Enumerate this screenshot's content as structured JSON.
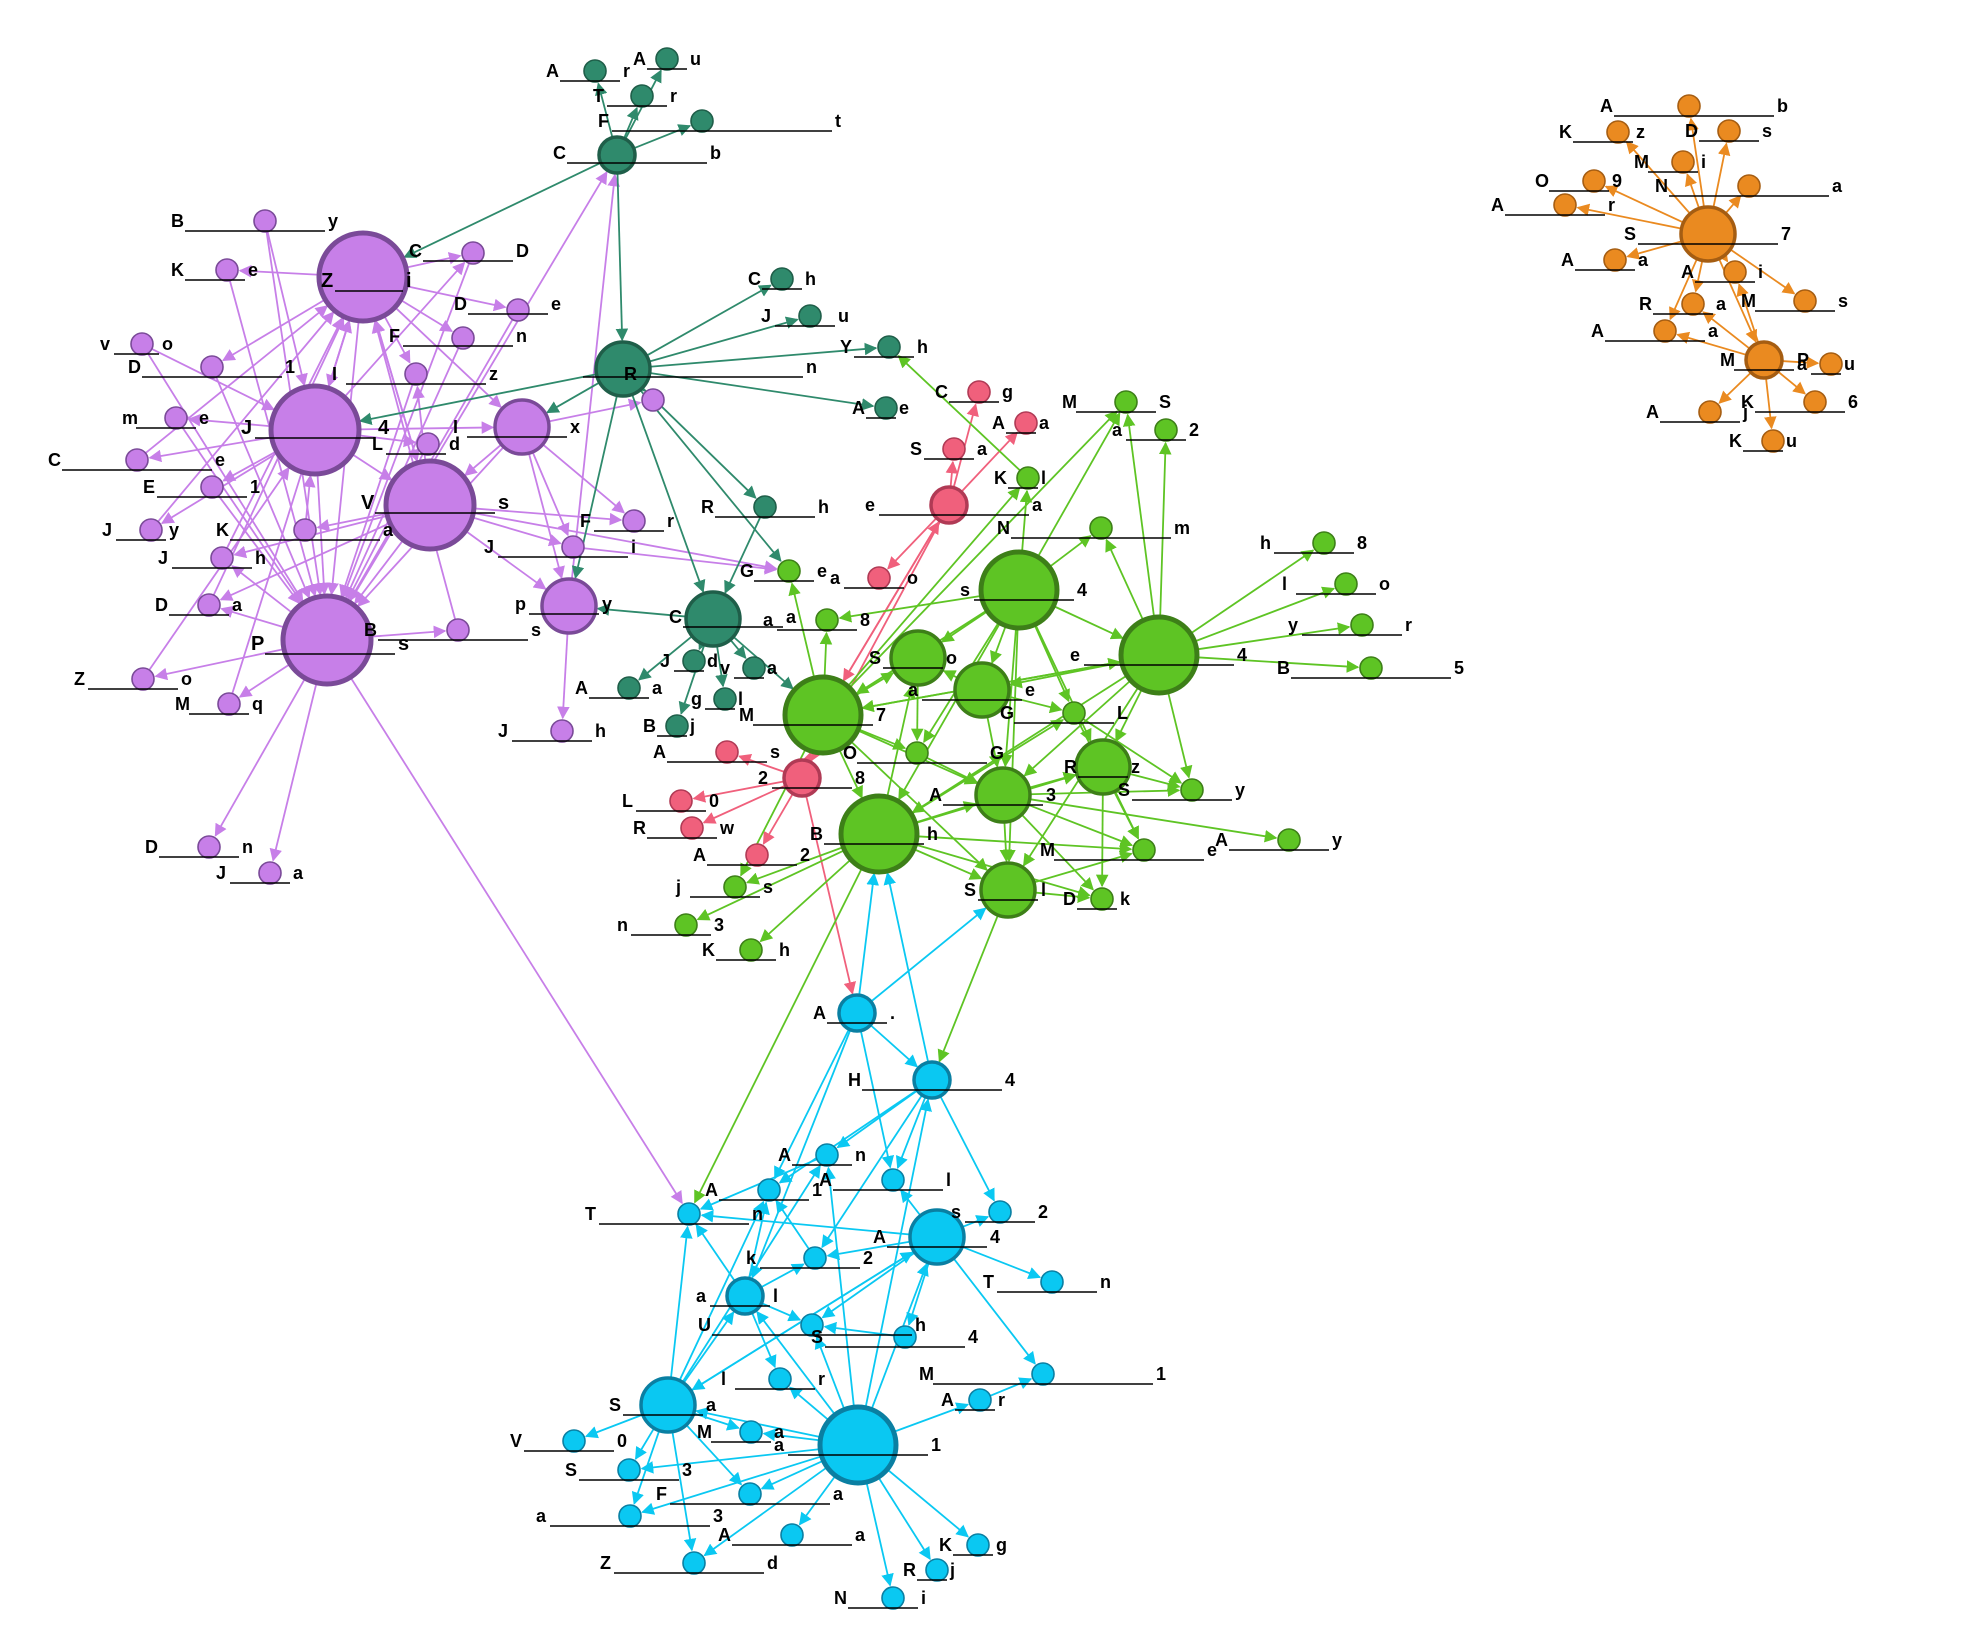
{
  "colors": {
    "purple": "#c77fe8",
    "purple_dark": "#7a4a98",
    "teal": "#2f8a6c",
    "teal_dark": "#1f5e49",
    "pink": "#f0607c",
    "pink_dark": "#b03a55",
    "green": "#5ec424",
    "green_dark": "#3d7f18",
    "cyan": "#0ac8f2",
    "cyan_dark": "#0a7fa2",
    "orange": "#ea8a20",
    "orange_dark": "#a55d12"
  },
  "clusters": [
    {
      "name": "purple-cluster",
      "color": "purple",
      "nodes": [
        {
          "id": "p_zi",
          "a": "Z",
          "b": "i",
          "size": "hub",
          "inside": true
        },
        {
          "id": "p_j4",
          "a": "J",
          "b": "4",
          "size": "hub"
        },
        {
          "id": "p_vs",
          "a": "V",
          "b": "s",
          "size": "hub"
        },
        {
          "id": "p_ps",
          "a": "P",
          "b": "s",
          "size": "hub"
        },
        {
          "id": "p_ix",
          "a": "I",
          "b": "x",
          "size": "mid"
        },
        {
          "id": "p_py",
          "a": "p",
          "b": "y",
          "size": "mid"
        },
        {
          "id": "p_by",
          "a": "B",
          "b": "y"
        },
        {
          "id": "p_ke",
          "a": "K",
          "b": "e"
        },
        {
          "id": "p_cd",
          "a": "C",
          "b": "D"
        },
        {
          "id": "p_de",
          "a": "D",
          "b": "e"
        },
        {
          "id": "p_vo",
          "a": "v",
          "b": "o"
        },
        {
          "id": "p_fn",
          "a": "F",
          "b": "n"
        },
        {
          "id": "p_d1",
          "a": "D",
          "b": "1"
        },
        {
          "id": "p_iz",
          "a": "I",
          "b": "z"
        },
        {
          "id": "p_me",
          "a": "m",
          "b": "e"
        },
        {
          "id": "p_ld",
          "a": "L",
          "b": "d"
        },
        {
          "id": "p_ce",
          "a": "C",
          "b": "e"
        },
        {
          "id": "p_e1",
          "a": "E",
          "b": "1"
        },
        {
          "id": "p_jy",
          "a": "J",
          "b": "y"
        },
        {
          "id": "p_ka",
          "a": "K",
          "b": "a"
        },
        {
          "id": "p_jh",
          "a": "J",
          "b": "h"
        },
        {
          "id": "p_fr",
          "a": "F",
          "b": "r"
        },
        {
          "id": "p_ji",
          "a": "J",
          "b": "i"
        },
        {
          "id": "p_da",
          "a": "D",
          "b": "a"
        },
        {
          "id": "p_bs",
          "a": "B",
          "b": "s"
        },
        {
          "id": "p_zo",
          "a": "Z",
          "b": "o"
        },
        {
          "id": "p_mq",
          "a": "M",
          "b": "q"
        },
        {
          "id": "p_jh2",
          "a": "J",
          "b": "h"
        },
        {
          "id": "p_dn",
          "a": "D",
          "b": "n"
        },
        {
          "id": "p_ja",
          "a": "J",
          "b": "a"
        },
        {
          "id": "p_r",
          "a": "R",
          "b": ""
        }
      ]
    },
    {
      "name": "teal-cluster",
      "color": "teal",
      "nodes": [
        {
          "id": "t_n",
          "a": "",
          "b": "n",
          "size": "mid"
        },
        {
          "id": "t_cb",
          "a": "C",
          "b": "b",
          "size": "small"
        },
        {
          "id": "t_ca",
          "a": "C",
          "b": "a",
          "size": "mid"
        },
        {
          "id": "t_ar",
          "a": "A",
          "b": "r"
        },
        {
          "id": "t_au",
          "a": "A",
          "b": "u"
        },
        {
          "id": "t_tr",
          "a": "T",
          "b": "r"
        },
        {
          "id": "t_ft",
          "a": "F",
          "b": "t"
        },
        {
          "id": "t_ch",
          "a": "C",
          "b": "h"
        },
        {
          "id": "t_ju",
          "a": "J",
          "b": "u"
        },
        {
          "id": "t_yh",
          "a": "Y",
          "b": "h"
        },
        {
          "id": "t_ae",
          "a": "A",
          "b": "e"
        },
        {
          "id": "t_rh",
          "a": "R",
          "b": "h"
        },
        {
          "id": "t_jd",
          "a": "J",
          "b": "d"
        },
        {
          "id": "t_va",
          "a": "v",
          "b": "a"
        },
        {
          "id": "t_aa",
          "a": "A",
          "b": "a"
        },
        {
          "id": "t_gl",
          "a": "g",
          "b": "l"
        },
        {
          "id": "t_bj",
          "a": "B",
          "b": "j"
        }
      ]
    },
    {
      "name": "pink-cluster",
      "color": "pink",
      "nodes": [
        {
          "id": "k_ea",
          "a": "e",
          "b": "a",
          "size": "small"
        },
        {
          "id": "k_28",
          "a": "2",
          "b": "8",
          "size": "small"
        },
        {
          "id": "k_cg",
          "a": "C",
          "b": "g"
        },
        {
          "id": "k_aa",
          "a": "A",
          "b": "a"
        },
        {
          "id": "k_sa",
          "a": "S",
          "b": "a"
        },
        {
          "id": "k_ao",
          "a": "a",
          "b": "o"
        },
        {
          "id": "k_as",
          "a": "A",
          "b": "s"
        },
        {
          "id": "k_l0",
          "a": "L",
          "b": "0"
        },
        {
          "id": "k_rw",
          "a": "R",
          "b": "w"
        },
        {
          "id": "k_a2",
          "a": "A",
          "b": "2"
        }
      ]
    },
    {
      "name": "green-cluster",
      "color": "green",
      "nodes": [
        {
          "id": "g_s4",
          "a": "s",
          "b": "4",
          "size": "big"
        },
        {
          "id": "g_e4",
          "a": "e",
          "b": "4",
          "size": "big"
        },
        {
          "id": "g_m7",
          "a": "M",
          "b": "7",
          "size": "big"
        },
        {
          "id": "g_bh",
          "a": "B",
          "b": "h",
          "size": "big"
        },
        {
          "id": "g_so",
          "a": "S",
          "b": "o",
          "size": "mid"
        },
        {
          "id": "g_ae",
          "a": "a",
          "b": "e",
          "size": "mid"
        },
        {
          "id": "g_a3",
          "a": "A",
          "b": "3",
          "size": "mid"
        },
        {
          "id": "g_rz",
          "a": "R",
          "b": "z",
          "size": "mid"
        },
        {
          "id": "g_sl",
          "a": "S",
          "b": "l",
          "size": "mid"
        },
        {
          "id": "g_ms",
          "a": "M",
          "b": "S"
        },
        {
          "id": "g_a2",
          "a": "a",
          "b": "2"
        },
        {
          "id": "g_kl",
          "a": "K",
          "b": "l"
        },
        {
          "id": "g_nm",
          "a": "N",
          "b": "m"
        },
        {
          "id": "g_h8",
          "a": "h",
          "b": "8"
        },
        {
          "id": "g_lo",
          "a": "l",
          "b": "o"
        },
        {
          "id": "g_yr",
          "a": "y",
          "b": "r"
        },
        {
          "id": "g_b5",
          "a": "B",
          "b": "5"
        },
        {
          "id": "g_ge",
          "a": "G",
          "b": "e"
        },
        {
          "id": "g_a8",
          "a": "a",
          "b": "8"
        },
        {
          "id": "g_gl",
          "a": "G",
          "b": "L"
        },
        {
          "id": "g_og",
          "a": "O",
          "b": "G"
        },
        {
          "id": "g_sy",
          "a": "S",
          "b": "y"
        },
        {
          "id": "g_ay",
          "a": "A",
          "b": "y"
        },
        {
          "id": "g_me",
          "a": "M",
          "b": "e"
        },
        {
          "id": "g_dk",
          "a": "D",
          "b": "k"
        },
        {
          "id": "g_js",
          "a": "j",
          "b": "s"
        },
        {
          "id": "g_n3",
          "a": "n",
          "b": "3"
        },
        {
          "id": "g_kh",
          "a": "K",
          "b": "h"
        }
      ]
    },
    {
      "name": "cyan-cluster",
      "color": "cyan",
      "nodes": [
        {
          "id": "c_a1",
          "a": "a",
          "b": "1",
          "size": "big"
        },
        {
          "id": "c_sa",
          "a": "S",
          "b": "a",
          "size": "mid"
        },
        {
          "id": "c_a4",
          "a": "A",
          "b": "4",
          "size": "mid"
        },
        {
          "id": "c_al",
          "a": "a",
          "b": "l",
          "size": "small"
        },
        {
          "id": "c_h4",
          "a": "H",
          "b": "4",
          "size": "small"
        },
        {
          "id": "c_adot",
          "a": "A",
          "b": ".",
          "size": "small"
        },
        {
          "id": "c_an",
          "a": "A",
          "b": "n"
        },
        {
          "id": "c_a1b",
          "a": "A",
          "b": "1"
        },
        {
          "id": "c_ai",
          "a": "A",
          "b": "l"
        },
        {
          "id": "c_tn",
          "a": "T",
          "b": "n"
        },
        {
          "id": "c_s2",
          "a": "s",
          "b": "2"
        },
        {
          "id": "c_k2",
          "a": "k",
          "b": "2"
        },
        {
          "id": "c_tn2",
          "a": "T",
          "b": "n"
        },
        {
          "id": "c_uh",
          "a": "U",
          "b": "h"
        },
        {
          "id": "c_s4",
          "a": "S",
          "b": "4"
        },
        {
          "id": "c_m1",
          "a": "M",
          "b": "1"
        },
        {
          "id": "c_lr",
          "a": "l",
          "b": "r"
        },
        {
          "id": "c_ar",
          "a": "A",
          "b": "r"
        },
        {
          "id": "c_ma",
          "a": "M",
          "b": "a"
        },
        {
          "id": "c_v0",
          "a": "V",
          "b": "0"
        },
        {
          "id": "c_s3",
          "a": "S",
          "b": "3"
        },
        {
          "id": "c_fa",
          "a": "F",
          "b": "a"
        },
        {
          "id": "c_a3",
          "a": "a",
          "b": "3"
        },
        {
          "id": "c_aa",
          "a": "A",
          "b": "a"
        },
        {
          "id": "c_zd",
          "a": "Z",
          "b": "d"
        },
        {
          "id": "c_kg",
          "a": "K",
          "b": "g"
        },
        {
          "id": "c_rj",
          "a": "R",
          "b": "j"
        },
        {
          "id": "c_ni",
          "a": "N",
          "b": "i"
        }
      ]
    },
    {
      "name": "orange-cluster",
      "color": "orange",
      "nodes": [
        {
          "id": "o_s7",
          "a": "S",
          "b": "7",
          "size": "mid"
        },
        {
          "id": "o_mp",
          "a": "M",
          "b": "P",
          "size": "small"
        },
        {
          "id": "o_ab",
          "a": "A",
          "b": "b"
        },
        {
          "id": "o_kz",
          "a": "K",
          "b": "z"
        },
        {
          "id": "o_ds",
          "a": "D",
          "b": "s"
        },
        {
          "id": "o_mi",
          "a": "M",
          "b": "i"
        },
        {
          "id": "o_o9",
          "a": "O",
          "b": "9"
        },
        {
          "id": "o_na",
          "a": "N",
          "b": "a"
        },
        {
          "id": "o_ar",
          "a": "A",
          "b": "r"
        },
        {
          "id": "o_aa",
          "a": "A",
          "b": "a"
        },
        {
          "id": "o_ai",
          "a": "A",
          "b": "i"
        },
        {
          "id": "o_ra",
          "a": "R",
          "b": "a"
        },
        {
          "id": "o_ms",
          "a": "M",
          "b": "s"
        },
        {
          "id": "o_aa2",
          "a": "A",
          "b": "a"
        },
        {
          "id": "o_au",
          "a": "a",
          "b": "u"
        },
        {
          "id": "o_aj",
          "a": "A",
          "b": "j"
        },
        {
          "id": "o_k6",
          "a": "K",
          "b": "6"
        },
        {
          "id": "o_ku",
          "a": "K",
          "b": "u"
        }
      ]
    }
  ]
}
